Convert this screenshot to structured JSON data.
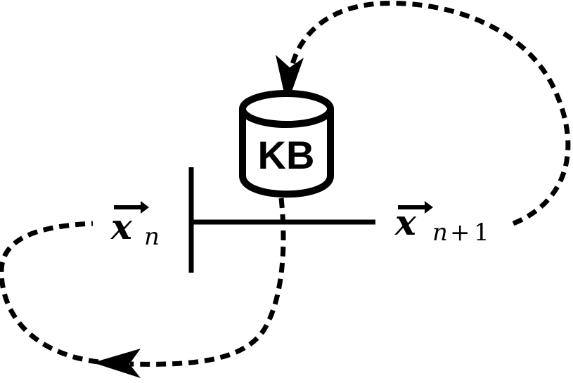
{
  "nodes": {
    "knowledge_base": {
      "label": "KB"
    }
  },
  "labels": {
    "state_current": {
      "symbol": "x",
      "subscript": "n"
    },
    "state_next": {
      "symbol": "x",
      "subscript_var": "n",
      "subscript_op": "+",
      "subscript_num": "1"
    }
  }
}
